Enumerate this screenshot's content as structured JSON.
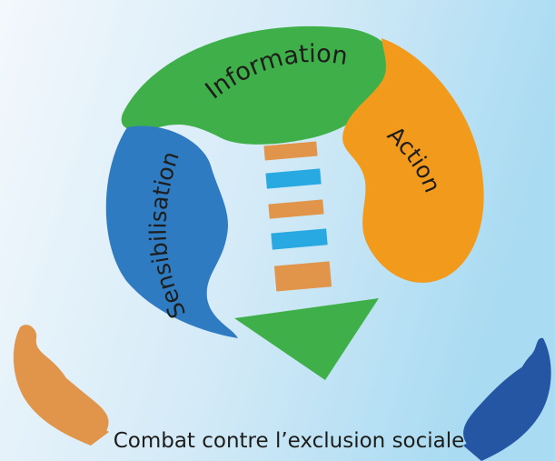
{
  "diagram": {
    "segments": [
      {
        "label": "Information",
        "color": "#3fb049"
      },
      {
        "label": "Action",
        "color": "#f29a1c"
      },
      {
        "label": "Sensibilisation",
        "color": "#2e7bc2"
      }
    ],
    "ladder_colors": [
      "#e1954a",
      "#29a9e1",
      "#e1954a",
      "#29a9e1",
      "#e1954a"
    ],
    "arrow_color": "#3fb049",
    "hand_colors": {
      "left": "#e1954a",
      "right": "#2456a4"
    },
    "caption": "Combat contre l’exclusion sociale"
  }
}
